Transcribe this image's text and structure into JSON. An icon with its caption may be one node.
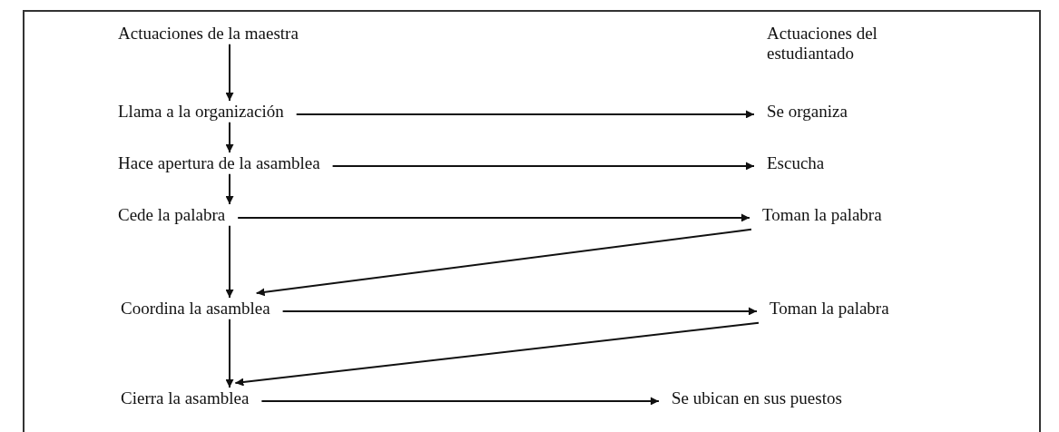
{
  "diagram": {
    "nodes": [
      {
        "text": [
          "Actuaciones de la maestra"
        ]
      },
      {
        "text": [
          "Actuaciones del estudiantado"
        ]
      },
      {
        "text": [
          "Llama a la organización"
        ]
      },
      {
        "text": [
          "Se organiza"
        ]
      },
      {
        "text": [
          "Hace apertura de la asamblea"
        ]
      },
      {
        "text": [
          "Escucha"
        ]
      },
      {
        "text": [
          "Cede la palabra"
        ]
      },
      {
        "text": [
          "Toman la palabra"
        ]
      },
      {
        "text": [
          "Coordina la asamblea"
        ]
      },
      {
        "text": [
          "Toman la palabra"
        ]
      },
      {
        "text": [
          "Cierra la asamblea"
        ]
      },
      {
        "text": [
          "Se ubican en sus puestos"
        ]
      }
    ],
    "edges": [
      {
        "from": 0,
        "to": 2,
        "arrow": "to"
      },
      {
        "from": 2,
        "to": 4,
        "arrow": "to"
      },
      {
        "from": 4,
        "to": 6,
        "arrow": "to"
      },
      {
        "from": 6,
        "to": 8,
        "arrow": "to"
      },
      {
        "from": 8,
        "to": 10,
        "arrow": "to"
      },
      {
        "from": 2,
        "to": 3,
        "arrow": "to"
      },
      {
        "from": 4,
        "to": 5,
        "arrow": "to"
      },
      {
        "from": 6,
        "to": 7,
        "arrow": "to"
      },
      {
        "from": 7,
        "to": 8,
        "arrow": "to"
      },
      {
        "from": 8,
        "to": 9,
        "arrow": "to"
      },
      {
        "from": 9,
        "to": 10,
        "arrow": "to"
      },
      {
        "from": 10,
        "to": 11,
        "arrow": "to"
      }
    ]
  }
}
